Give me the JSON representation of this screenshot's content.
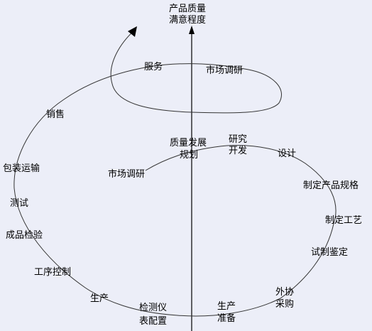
{
  "axis_label": [
    "产品质量",
    "满意程度"
  ],
  "upper_stages": {
    "service": "服务",
    "market_research": "市场调研"
  },
  "spiral_stages": {
    "sales": "销售",
    "packaging": "包装运输",
    "testing": "测试",
    "final_inspection": "成品检验",
    "process_control": "工序控制",
    "production": "生产",
    "instrument_config": [
      "检测仪",
      "表配置"
    ],
    "production_prep": [
      "生产",
      "准备"
    ],
    "outsourcing": [
      "外协",
      "采购"
    ],
    "trial_appraisal": "试制鉴定",
    "process_design": "制定工艺",
    "product_spec": "制定产品规格",
    "design": "设计",
    "rnd": [
      "研究",
      "开发"
    ],
    "quality_planning": [
      "质量发展",
      "规划"
    ],
    "market_research": "市场调研"
  },
  "colors": {
    "background": "#eceef8",
    "line": "#000000",
    "text": "#000000"
  }
}
